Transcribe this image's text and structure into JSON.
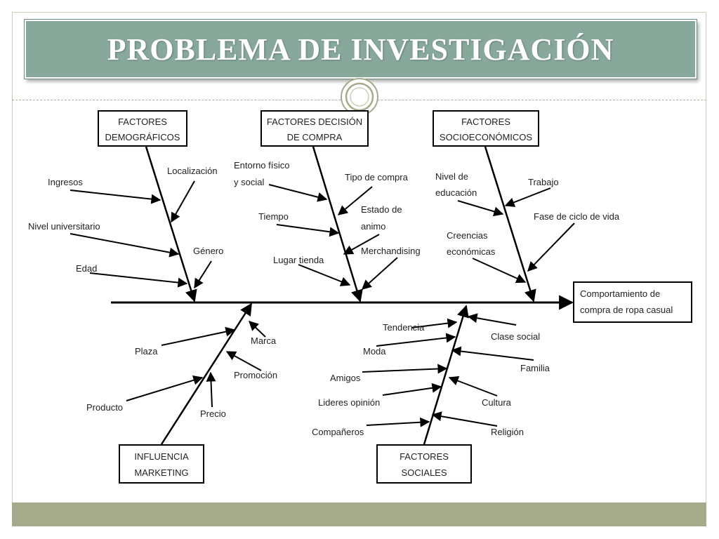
{
  "title": "PROBLEMA DE INVESTIGACIÓN",
  "effect": {
    "line1": "Comportamiento de",
    "line2": "compra de ropa casual"
  },
  "categories": {
    "demograficos": {
      "line1": "FACTORES",
      "line2": "DEMOGRÁFICOS"
    },
    "decision": {
      "line1": "FACTORES DECISIÓN",
      "line2": "DE COMPRA"
    },
    "socioeconomicos": {
      "line1": "FACTORES",
      "line2": "SOCIOECONÓMICOS"
    },
    "marketing": {
      "line1": "INFLUENCIA",
      "line2": "MARKETING"
    },
    "sociales": {
      "line1": "FACTORES",
      "line2": "SOCIALES"
    }
  },
  "causes": {
    "ingresos": "Ingresos",
    "localizacion": "Localización",
    "nivel_universitario": "Nivel universitario",
    "genero": "Género",
    "edad": "Edad",
    "entorno_1": "Entorno físico",
    "entorno_2": "y social",
    "tipo_compra": "Tipo de compra",
    "tiempo": "Tiempo",
    "estado_1": "Estado de",
    "estado_2": "animo",
    "lugar_tienda": "Lugar tienda",
    "merchandising": "Merchandising",
    "nivel_ed_1": "Nivel de",
    "nivel_ed_2": "educación",
    "trabajo": "Trabajo",
    "fase_ciclo": "Fase de ciclo de vida",
    "creencias_1": "Creencias",
    "creencias_2": "económicas",
    "plaza": "Plaza",
    "marca": "Marca",
    "promocion": "Promoción",
    "producto": "Producto",
    "precio": "Precio",
    "tendencia": "Tendencia",
    "clase_social": "Clase social",
    "moda": "Moda",
    "familia": "Familia",
    "amigos": "Amigos",
    "lideres": "Lideres opinión",
    "cultura": "Cultura",
    "companeros": "Compañeros",
    "religion": "Religión"
  },
  "colors": {
    "banner": "#87a89b",
    "footer": "#a5ab8a",
    "line": "#000000"
  },
  "icons": {
    "decoration": "concentric-circle-ornament-icon"
  }
}
